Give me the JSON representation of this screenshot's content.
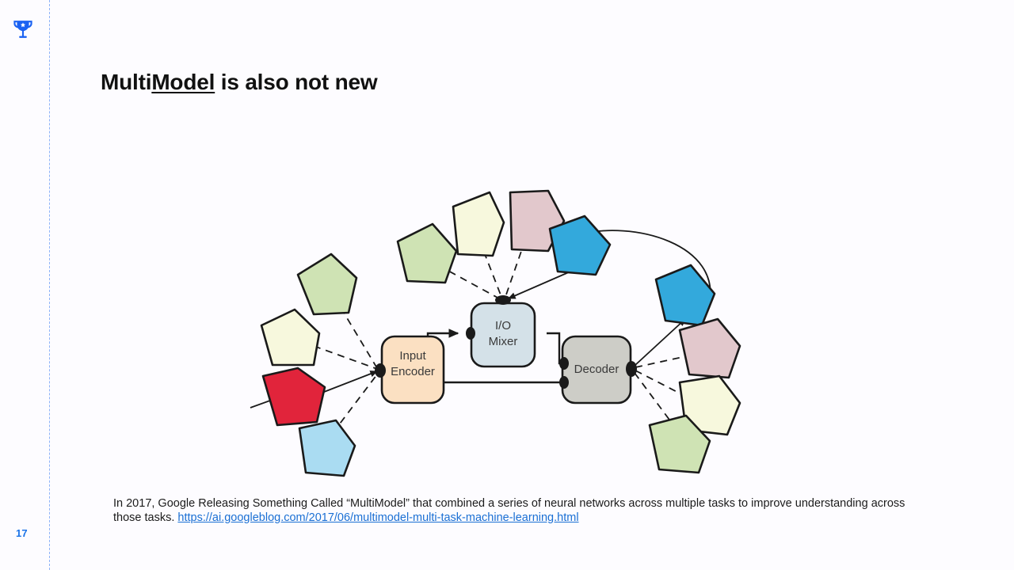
{
  "slide": {
    "number": "17",
    "badge_icon": "trophy-icon",
    "background_color": "#fdfcff",
    "guide_color": "#7aa7f7",
    "number_color": "#1a73e8"
  },
  "title": {
    "prefix": "Multi",
    "underlined": "Model",
    "suffix": " is also not new"
  },
  "figure": {
    "name": "multimodel-architecture-diagram",
    "blocks": [
      {
        "id": "input-encoder",
        "label_line1": "Input",
        "label_line2": "Encoder",
        "fill": "#fbe0c2"
      },
      {
        "id": "io-mixer",
        "label_line1": "I/O",
        "label_line2": "Mixer",
        "fill": "#d4e1e8"
      },
      {
        "id": "decoder",
        "label_line1": "Decoder",
        "label_line2": "",
        "fill": "#cdcdc7"
      }
    ],
    "modality_colors": {
      "green": "#cfe3b4",
      "cream": "#f7f8dd",
      "pink": "#e2c8cc",
      "blue_light": "#aadcf2",
      "blue_active": "#33a9dc",
      "red_active": "#e1243b",
      "outline": "#1a1a1a"
    },
    "left_cluster": [
      "green",
      "cream",
      "red_active",
      "blue_light"
    ],
    "top_cluster": [
      "green",
      "cream",
      "pink",
      "blue_active"
    ],
    "right_cluster": [
      "blue_active",
      "pink",
      "cream",
      "green"
    ]
  },
  "caption": {
    "text": "In 2017, Google Releasing Something Called “MultiModel” that combined a series of neural networks across multiple tasks to improve understanding across those tasks. ",
    "link_text": "https://ai.googleblog.com/2017/06/multimodel-multi-task-machine-learning.html",
    "link_color": "#1a6fd4"
  }
}
